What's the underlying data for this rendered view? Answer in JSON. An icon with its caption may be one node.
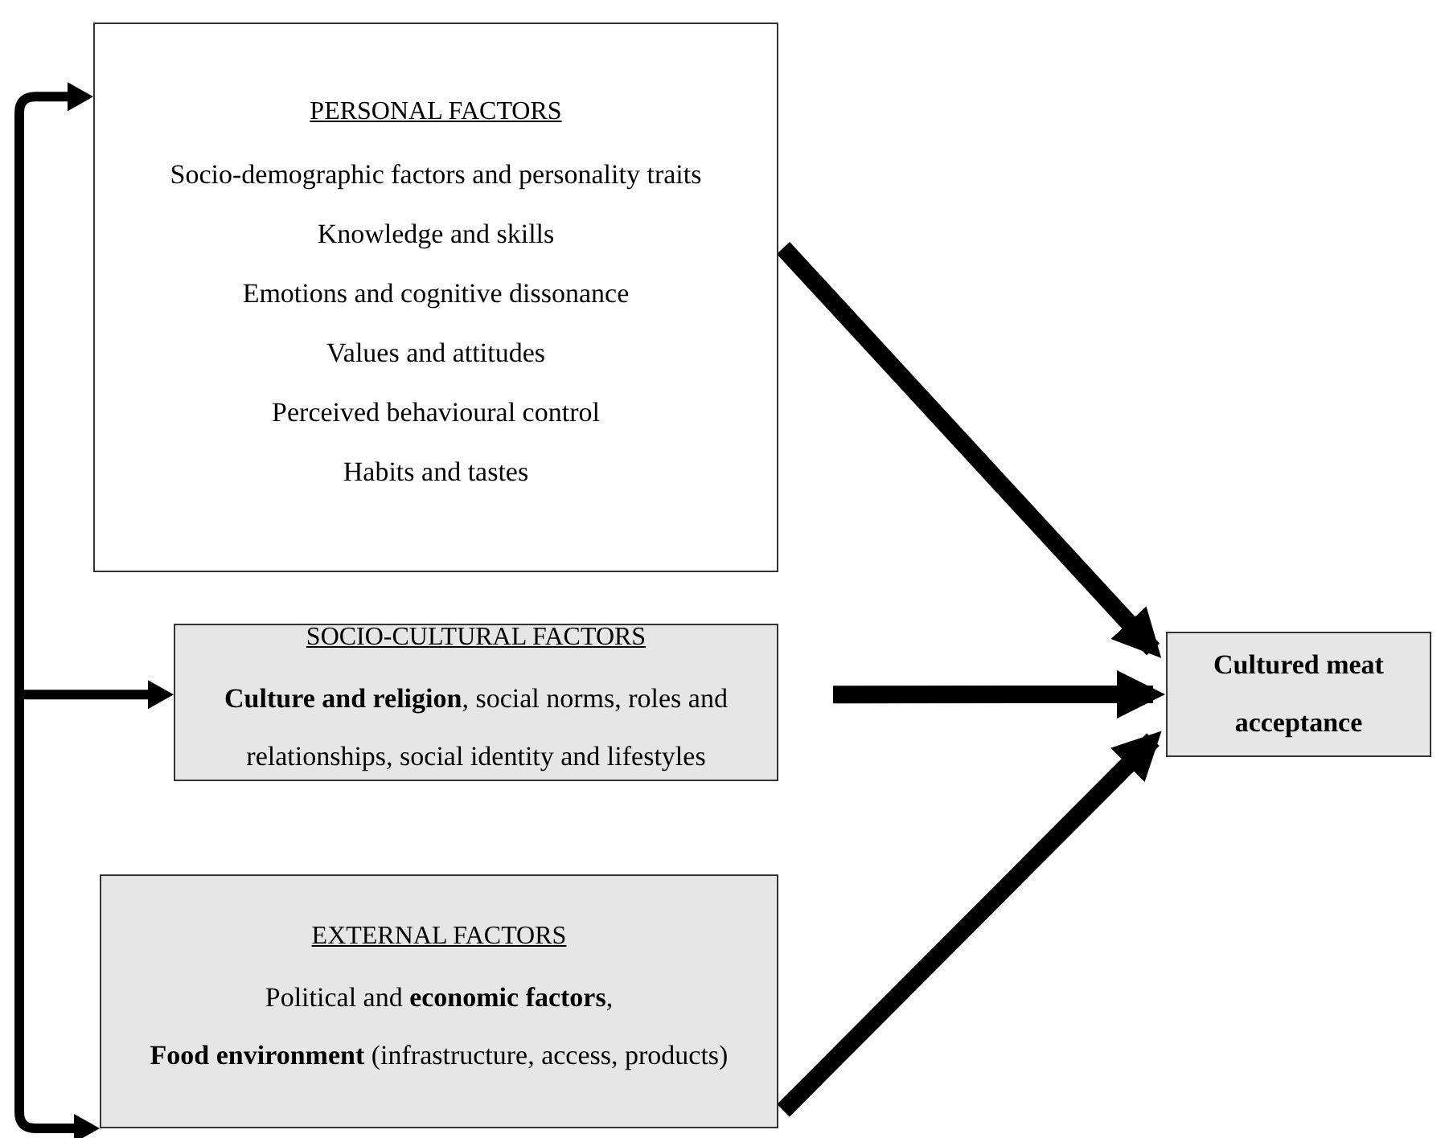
{
  "diagram": {
    "nodes": [
      {
        "text": [
          "PERSONAL FACTORS",
          "Socio-demographic factors and personality traits",
          "Knowledge and skills",
          "Emotions and cognitive dissonance",
          "Values and attitudes",
          "Perceived behavioural control",
          "Habits and tastes"
        ]
      },
      {
        "text": [
          "SOCIO-CULTURAL FACTORS",
          "**Culture and religion**, social norms, roles and relationships, social identity and lifestyles"
        ]
      },
      {
        "text": [
          "EXTERNAL FACTORS",
          "Political and **economic factors**,",
          "**Food environment** (infrastructure, access, products)"
        ]
      },
      {
        "text": [
          "Cultured meat acceptance"
        ]
      }
    ],
    "edges": [
      {
        "from": 0,
        "to": 3,
        "arrow": "to"
      },
      {
        "from": 1,
        "to": 3,
        "arrow": "to"
      },
      {
        "from": 2,
        "to": 3,
        "arrow": "to"
      },
      {
        "from": 0,
        "to": 2,
        "arrow": "both"
      },
      {
        "from": null,
        "to": 1,
        "arrow": "to"
      }
    ]
  }
}
